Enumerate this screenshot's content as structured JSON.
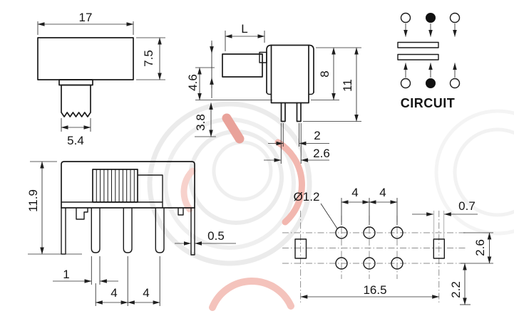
{
  "drawing": {
    "type": "slide-switch-technical-drawing",
    "colors": {
      "line": "#1a1a1a",
      "watermark_gray": "#ebebeb",
      "watermark_red": "#e9a29a",
      "watermark_pink": "#f2b7af"
    },
    "views": {
      "front": {
        "width": "17",
        "height": "7.5",
        "knob_width": "5.4"
      },
      "side": {
        "shaft_length": "L",
        "shaft_offset": "4.6",
        "pin_length": "3.8",
        "body_height": "8",
        "total_height": "11",
        "pin_spacing": "2",
        "pin_outer": "2.6"
      },
      "circuit": {
        "caption": "CIRCUIT"
      },
      "profile": {
        "height": "11.9",
        "pin_width": "1",
        "pitch_a": "4",
        "pitch_b": "4",
        "leg_thickness": "0.5"
      },
      "pcb": {
        "hole_diameter": "Ø1.2",
        "pitch_a": "4",
        "pitch_b": "4",
        "slot_width": "0.7",
        "row_spacing": "2.6",
        "span": "16.5",
        "slot_offset": "2.2"
      }
    }
  }
}
